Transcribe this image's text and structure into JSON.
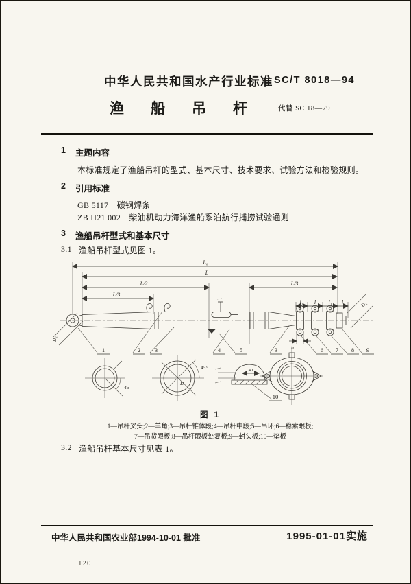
{
  "header": {
    "org_line": "中华人民共和国水产行业标准",
    "code": "SC/T 8018—94",
    "doc_title": "渔　船　吊　杆",
    "replaces": "代替 SC 18—79"
  },
  "sections": {
    "s1_num": "1",
    "s1_title": "主题内容",
    "s1_body": "本标准规定了渔船吊杆的型式、基本尺寸、技术要求、试验方法和检验规则。",
    "s2_num": "2",
    "s2_title": "引用标准",
    "s2_ref1": "GB 5117　碳钢焊条",
    "s2_ref2": "ZB H21 002　柴油机动力海洋渔船系泊航行捕捞试验通则",
    "s3_num": "3",
    "s3_title": "渔船吊杆型式和基本尺寸",
    "s31_num": "3.1",
    "s31_text": "渔船吊杆型式见图 1。",
    "s32_num": "3.2",
    "s32_text": "渔船吊杆基本尺寸见表 1。"
  },
  "figure": {
    "caption": "图 1",
    "legend1": "1—吊杆叉头;2—羊角;3—吊杆锥体段;4—吊杆中段;5—吊环;6—稳索眼板;",
    "legend2": "7—吊货眼板;8—吊杆眼板处复板;9—封头板;10—垫板",
    "labels": {
      "L0": "L₀",
      "L": "L",
      "L2": "L/2",
      "L3": "L/3",
      "L3r": "L/3",
      "l1a": "l₁",
      "la": "l",
      "l1b": "l₁",
      "lb": "l",
      "b": "b",
      "D": "D",
      "D1r": "D₁",
      "D1l": "D₁",
      "a45": "45",
      "a45d": "45°",
      "d40": "40"
    },
    "callouts": {
      "c1": "1",
      "c2": "2",
      "c3": "3",
      "c4": "4",
      "c5": "5",
      "c3b": "3",
      "c6": "6",
      "c7": "7",
      "c8": "8",
      "c9": "9",
      "c10": "10"
    }
  },
  "footer": {
    "approved": "中华人民共和国农业部1994-10-01 批准",
    "effective": "1995-01-01实施",
    "page_number": "120"
  }
}
